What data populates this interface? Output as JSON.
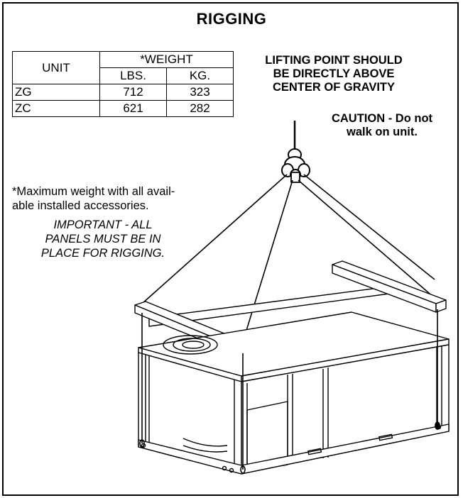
{
  "title": "RIGGING",
  "weight_table": {
    "header_unit": "UNIT",
    "header_weight": "*WEIGHT",
    "unit_lbs": "LBS.",
    "unit_kg": "KG.",
    "rows": [
      {
        "unit": "ZG",
        "lbs": "712",
        "kg": "323"
      },
      {
        "unit": "ZC",
        "lbs": "621",
        "kg": "282"
      }
    ]
  },
  "lifting_note": {
    "line1": "LIFTING POINT SHOULD",
    "line2": "BE DIRECTLY ABOVE",
    "line3": "CENTER OF GRAVITY"
  },
  "caution_note": {
    "line1": "CAUTION - Do not",
    "line2": "walk on unit."
  },
  "max_weight_note": {
    "line1": "*Maximum weight with all avail-",
    "line2": "able installed accessories."
  },
  "important_note": {
    "line1": "IMPORTANT - ALL",
    "line2": "PANELS MUST BE IN",
    "line3": "PLACE FOR RIGGING."
  }
}
